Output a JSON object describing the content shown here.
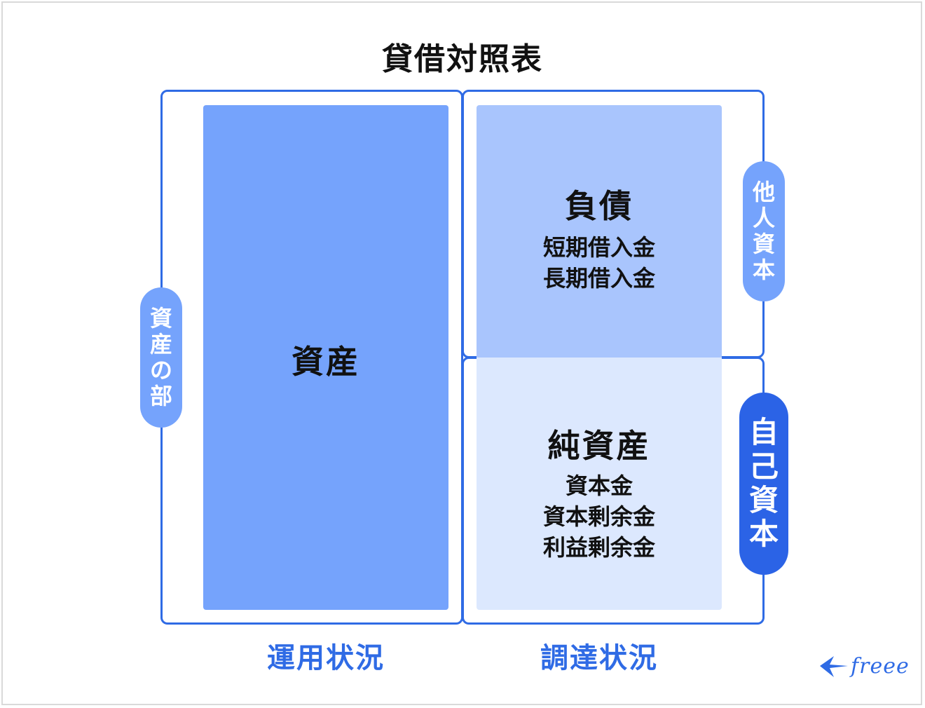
{
  "title": "貸借対照表",
  "assets": {
    "label": "資産",
    "side_tag": [
      "資",
      "産",
      "の",
      "部"
    ]
  },
  "liabilities": {
    "label": "負債",
    "items": [
      "短期借入金",
      "長期借入金"
    ],
    "side_tag": [
      "他",
      "人",
      "資",
      "本"
    ]
  },
  "net_assets": {
    "label": "純資産",
    "items": [
      "資本金",
      "資本剰余金",
      "利益剰余金"
    ],
    "side_tag": [
      "自",
      "己",
      "資",
      "本"
    ]
  },
  "bottom": {
    "left": "運用状況",
    "right": "調達状況"
  },
  "brand": {
    "name": "freee"
  },
  "colors": {
    "accent": "#2f6be5",
    "assets_fill": "#75a3fc",
    "liabilities_fill": "#a9c5fd",
    "net_assets_fill": "#dce8fe",
    "tag_light": "#75a3fc",
    "tag_dark": "#2b63e6"
  }
}
